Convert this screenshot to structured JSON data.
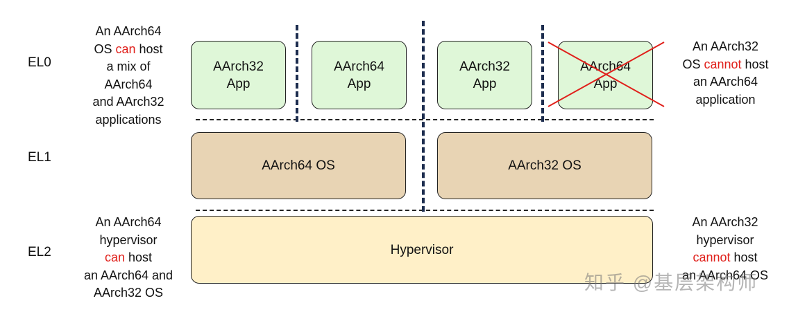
{
  "levels": {
    "el0": "EL0",
    "el1": "EL1",
    "el2": "EL2"
  },
  "notes": {
    "left_top": {
      "line1": "An AArch64",
      "line2_pre": "OS ",
      "line2_hl": "can",
      "line2_post": " host",
      "line3": "a mix of",
      "line4": "AArch64",
      "line5": "and AArch32",
      "line6": "applications"
    },
    "right_top": {
      "line1": "An AArch32",
      "line2_pre": "OS ",
      "line2_hl": "cannot",
      "line2_post": " host",
      "line3": "an AArch64",
      "line4": "application"
    },
    "left_bottom": {
      "line1": "An AArch64",
      "line2": "hypervisor",
      "line3_hl": "can",
      "line3_post": " host",
      "line4": "an AArch64 and",
      "line5": "AArch32 OS"
    },
    "right_bottom": {
      "line1": "An AArch32",
      "line2": "hypervisor",
      "line3_hl": "cannot",
      "line3_post": " host",
      "line4": "an AArch64 OS"
    }
  },
  "apps": [
    {
      "line1": "AArch32",
      "line2": "App"
    },
    {
      "line1": "AArch64",
      "line2": "App"
    },
    {
      "line1": "AArch32",
      "line2": "App"
    },
    {
      "line1": "AArch64",
      "line2": "App"
    }
  ],
  "os": {
    "left": "AArch64 OS",
    "right": "AArch32 OS"
  },
  "hypervisor": "Hypervisor",
  "watermark": "知乎 @基层架构师",
  "colors": {
    "highlight": "#e0201b",
    "app_fill": "#dff7d8",
    "os_fill": "#e8d4b4",
    "hyp_fill": "#fff0c8",
    "cross": "#e0201b",
    "divider": "#1d2d4f"
  }
}
